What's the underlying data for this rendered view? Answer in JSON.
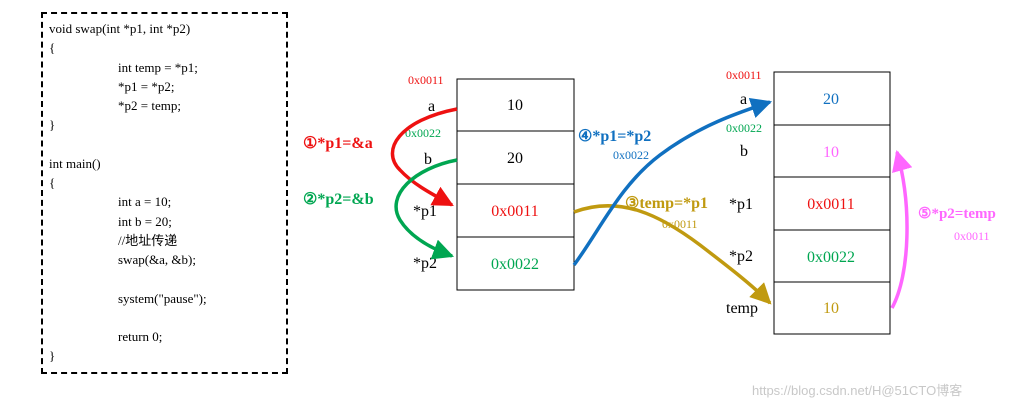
{
  "code_lines": [
    {
      "text": "void swap(int *p1, int *p2)",
      "indent": 0
    },
    {
      "text": "{",
      "indent": 0
    },
    {
      "text": "int temp = *p1;",
      "indent": 1
    },
    {
      "text": "*p1 = *p2;",
      "indent": 1
    },
    {
      "text": "*p2 = temp;",
      "indent": 1
    },
    {
      "text": "}",
      "indent": 0
    },
    {
      "text": "",
      "indent": 0
    },
    {
      "text": "int main()",
      "indent": 0
    },
    {
      "text": "{",
      "indent": 0
    },
    {
      "text": "int a = 10;",
      "indent": 1
    },
    {
      "text": "int b = 20;",
      "indent": 1
    },
    {
      "text": "//地址传递",
      "indent": 1
    },
    {
      "text": "swap(&a, &b);",
      "indent": 1
    },
    {
      "text": "",
      "indent": 0
    },
    {
      "text": "system(\"pause\");",
      "indent": 1
    },
    {
      "text": "",
      "indent": 0
    },
    {
      "text": "return 0;",
      "indent": 1
    },
    {
      "text": "}",
      "indent": 0
    }
  ],
  "colors": {
    "red": "#ee1111",
    "green": "#00a651",
    "gold": "#c09a10",
    "blue": "#1070c0",
    "pink": "#ff66ff",
    "black": "#000000"
  },
  "before": {
    "addr_a": "0x0011",
    "addr_b": "0x0022",
    "cells": [
      {
        "label": "a",
        "value": "10",
        "color": "#000000"
      },
      {
        "label": "b",
        "value": "20",
        "color": "#000000"
      },
      {
        "label": "*p1",
        "value": "0x0011",
        "color": "#ee1111"
      },
      {
        "label": "*p2",
        "value": "0x0022",
        "color": "#00a651"
      }
    ]
  },
  "after": {
    "addr_a": "0x0011",
    "addr_b": "0x0022",
    "cells": [
      {
        "label": "a",
        "value": "20",
        "color": "#1070c0"
      },
      {
        "label": "b",
        "value": "10",
        "color": "#ff66ff"
      },
      {
        "label": "*p1",
        "value": "0x0011",
        "color": "#ee1111"
      },
      {
        "label": "*p2",
        "value": "0x0022",
        "color": "#00a651"
      },
      {
        "label": "temp",
        "value": "10",
        "color": "#c09a10"
      }
    ]
  },
  "steps": [
    {
      "id": "step1",
      "label": "①*p1=&a",
      "sub": "",
      "color": "#ee1111"
    },
    {
      "id": "step2",
      "label": "②*p2=&b",
      "sub": "",
      "color": "#00a651"
    },
    {
      "id": "step3",
      "label": "③temp=*p1",
      "sub": "0x0011",
      "color": "#c09a10"
    },
    {
      "id": "step4",
      "label": "④*p1=*p2",
      "sub": "0x0022",
      "color": "#1070c0"
    },
    {
      "id": "step5",
      "label": "⑤*p2=temp",
      "sub": "0x0011",
      "color": "#ff66ff"
    }
  ],
  "watermark": "https://blog.csdn.net/H@51CTO博客"
}
